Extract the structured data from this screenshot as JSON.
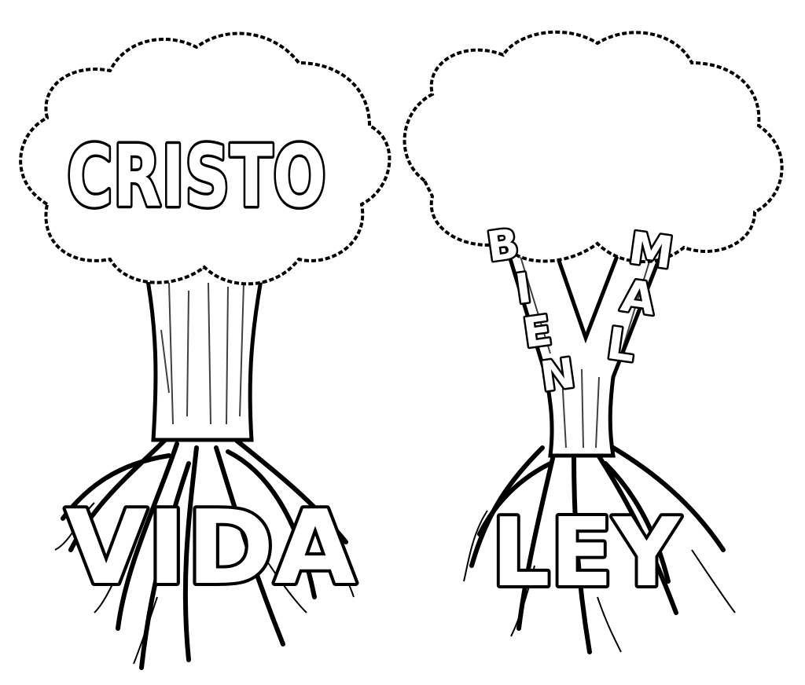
{
  "left_tree": {
    "crown_word": "CRISTO",
    "root_word": "VIDA"
  },
  "right_tree": {
    "left_branch_word": [
      "B",
      "I",
      "E",
      "N"
    ],
    "right_branch_word": [
      "M",
      "A",
      "L"
    ],
    "root_word": "LEY"
  },
  "colors": {
    "ink": "#000000",
    "paper": "#ffffff"
  }
}
